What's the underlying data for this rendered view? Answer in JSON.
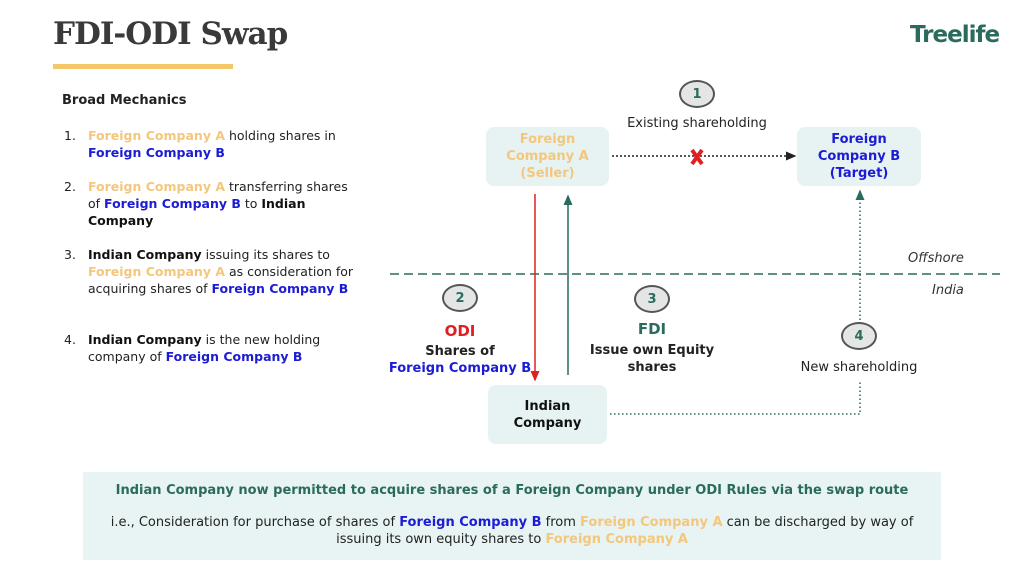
{
  "title": "FDI-ODI Swap",
  "logo": "Treelife",
  "heading": "Broad Mechanics",
  "list": [
    {
      "num": "1.",
      "parts": [
        {
          "t": "Foreign Company A",
          "c": "ya"
        },
        {
          "t": " holding shares in ",
          "c": ""
        },
        {
          "t": "Foreign Company B",
          "c": "bb"
        }
      ]
    },
    {
      "num": "2.",
      "parts": [
        {
          "t": "Foreign Company A",
          "c": "ya"
        },
        {
          "t": " transferring shares of ",
          "c": ""
        },
        {
          "t": "Foreign Company B",
          "c": "bb"
        },
        {
          "t": " to ",
          "c": ""
        },
        {
          "t": "Indian Company",
          "c": "bk"
        }
      ]
    },
    {
      "num": "3.",
      "parts": [
        {
          "t": "Indian Company",
          "c": "bk"
        },
        {
          "t": " issuing its shares to ",
          "c": ""
        },
        {
          "t": "Foreign Company A",
          "c": "ya"
        },
        {
          "t": " as consideration for acquiring shares of ",
          "c": ""
        },
        {
          "t": "Foreign Company B",
          "c": "bb"
        }
      ]
    },
    {
      "num": "4.",
      "parts": [
        {
          "t": "Indian Company",
          "c": "bk"
        },
        {
          "t": " is the new holding company of ",
          "c": ""
        },
        {
          "t": "Foreign Company B",
          "c": "bb"
        }
      ]
    }
  ],
  "diagram": {
    "box_a": [
      "Foreign",
      "Company A",
      "(Seller)"
    ],
    "box_b": [
      "Foreign",
      "Company B",
      "(Target)"
    ],
    "box_india": [
      "Indian",
      "Company"
    ],
    "step1": {
      "num": "1",
      "label": "Existing shareholding"
    },
    "step2": {
      "num": "2",
      "title": "ODI",
      "line1": "Shares of",
      "line2": "Foreign Company B"
    },
    "step3": {
      "num": "3",
      "title": "FDI",
      "line1": "Issue own Equity",
      "line2": "shares"
    },
    "step4": {
      "num": "4",
      "label": "New shareholding"
    },
    "offshore": "Offshore",
    "india": "India"
  },
  "note": {
    "headline": "Indian Company now permitted to acquire shares of a Foreign Company under ODI Rules via the swap route",
    "parts": [
      {
        "t": "i.e., Consideration for purchase of shares of ",
        "c": ""
      },
      {
        "t": "Foreign Company B",
        "c": "bb"
      },
      {
        "t": " from ",
        "c": ""
      },
      {
        "t": "Foreign Company A",
        "c": "ya"
      },
      {
        "t": " can be discharged by way of issuing its own equity shares to ",
        "c": ""
      },
      {
        "t": "Foreign Company A",
        "c": "ya"
      }
    ]
  },
  "colors": {
    "yellow": "#f3c77c",
    "blue": "#1c1cd4",
    "teal": "#2a6b5d",
    "red": "#e02020",
    "box": "#e6f3f2"
  }
}
